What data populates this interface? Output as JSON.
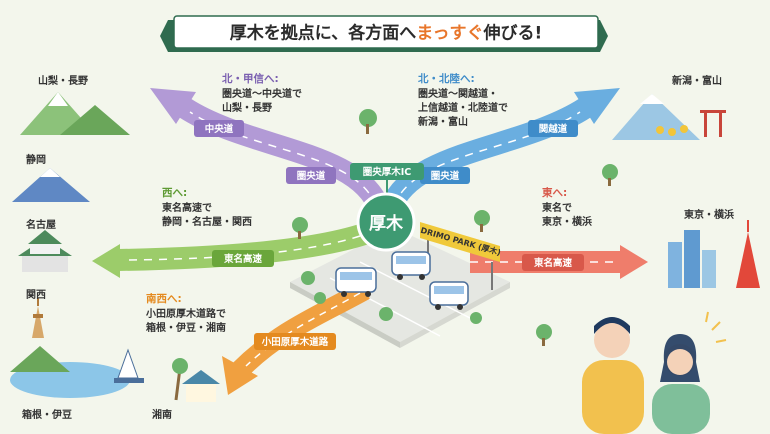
{
  "title": {
    "main_a": "厚木を拠点に、各方面へ",
    "main_b": "まっすぐ",
    "main_c": "伸びる!"
  },
  "colors": {
    "background": "#f3f6ec",
    "north_kofu": "#b29ad6",
    "north_hokuriku": "#6aaee0",
    "west": "#9ccc6a",
    "east": "#ef7d6b",
    "southwest": "#f0a040",
    "center": "#3e9a72",
    "accent_orange": "#e8762b"
  },
  "center": {
    "name": "厚木",
    "ic": "圏央厚木IC",
    "parking_sign": "DRIMO PARK (厚木)"
  },
  "routes": {
    "northwest": {
      "heading": "北・甲信へ:",
      "line1": "圏央道～中央道で",
      "line2": "山梨・長野",
      "road_outer": "中央道",
      "road_inner": "圏央道"
    },
    "northeast": {
      "heading": "北・北陸へ:",
      "line1": "圏央道～関越道・",
      "line2": "上信越道・北陸道で",
      "line3": "新潟・富山",
      "road_outer": "関越道",
      "road_inner": "圏央道"
    },
    "west": {
      "heading": "西へ:",
      "line1": "東名高速で",
      "line2": "静岡・名古屋・関西",
      "road": "東名高速"
    },
    "east": {
      "heading": "東へ:",
      "line1": "東名で",
      "line2": "東京・横浜",
      "road": "東名高速"
    },
    "southwest": {
      "heading": "南西へ:",
      "line1": "小田原厚木道路で",
      "line2": "箱根・伊豆・湘南",
      "road": "小田原厚木道路"
    }
  },
  "places": {
    "yamanashi": "山梨・長野",
    "niigata": "新潟・富山",
    "shizuoka": "静岡",
    "nagoya": "名古屋",
    "kansai": "関西",
    "tokyo": "東京・横浜",
    "hakone": "箱根・伊豆",
    "shonan": "湘南"
  }
}
